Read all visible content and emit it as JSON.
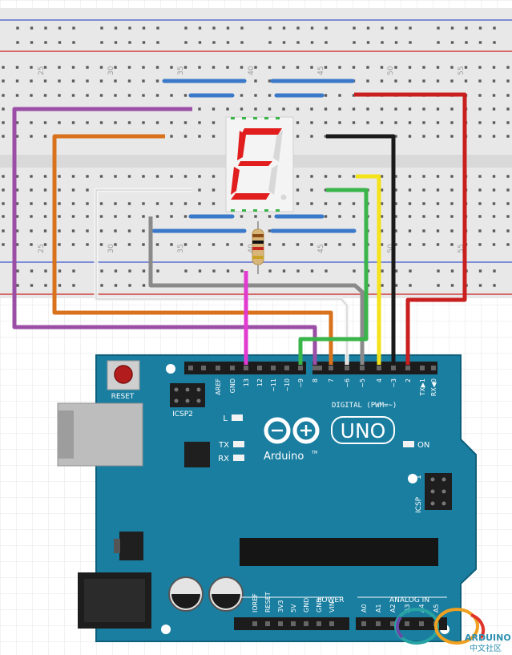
{
  "colors": {
    "board": "#1a7ea0",
    "board_dark": "#0e5f7c",
    "breadboard": "#e6e6e6",
    "rail_red": "#d23b3b",
    "rail_blue": "#3b63b8",
    "segment_on": "#e11d1d",
    "segment_off": "#d8d8d8",
    "wire_purple": "#9b4ea6",
    "wire_orange": "#d9721d",
    "wire_white": "#f2f2f2",
    "wire_gray": "#8a8a8a",
    "wire_green": "#39b54a",
    "wire_yellow": "#f4e21a",
    "wire_black": "#1a1a1a",
    "wire_red": "#c91f1f",
    "wire_magenta": "#e23ad0",
    "wire_blue": "#3a78c9"
  },
  "breadboard": {
    "col_labels": [
      "25",
      "30",
      "35",
      "40",
      "45",
      "50",
      "55"
    ],
    "col_labels_bottom": [
      "25",
      "30",
      "35",
      "40",
      "45",
      "50",
      "55"
    ]
  },
  "display": {
    "digit_segments_on": [
      "a",
      "f",
      "g",
      "e",
      "d"
    ]
  },
  "board": {
    "reset_label": "RESET",
    "icsp2_label": "ICSP2",
    "icsp_label": "ICSP",
    "icsp_pin1": "1",
    "logo_text": "Arduino",
    "logo_tm": "TM",
    "uno_label": "UNO",
    "on_label": "ON",
    "led_l": "L",
    "led_tx": "TX",
    "led_rx": "RX",
    "digital_label": "DIGITAL (PWM=~)",
    "power_label": "POWER",
    "analog_label": "ANALOG IN",
    "digital_pins": [
      "AREF",
      "GND",
      "13",
      "12",
      "~11",
      "~10",
      "~9",
      "8",
      "7",
      "~6",
      "~5",
      "4",
      "~3",
      "2",
      "TX▶1",
      "RX◀0"
    ],
    "power_pins": [
      "IOREF",
      "RESET",
      "3V3",
      "5V",
      "GND",
      "GND",
      "VIN"
    ],
    "analog_pins": [
      "A0",
      "A1",
      "A2",
      "A3",
      "A4",
      "A5"
    ]
  },
  "watermark": {
    "brand": "ARDUINO",
    "subtitle": "中文社区"
  }
}
